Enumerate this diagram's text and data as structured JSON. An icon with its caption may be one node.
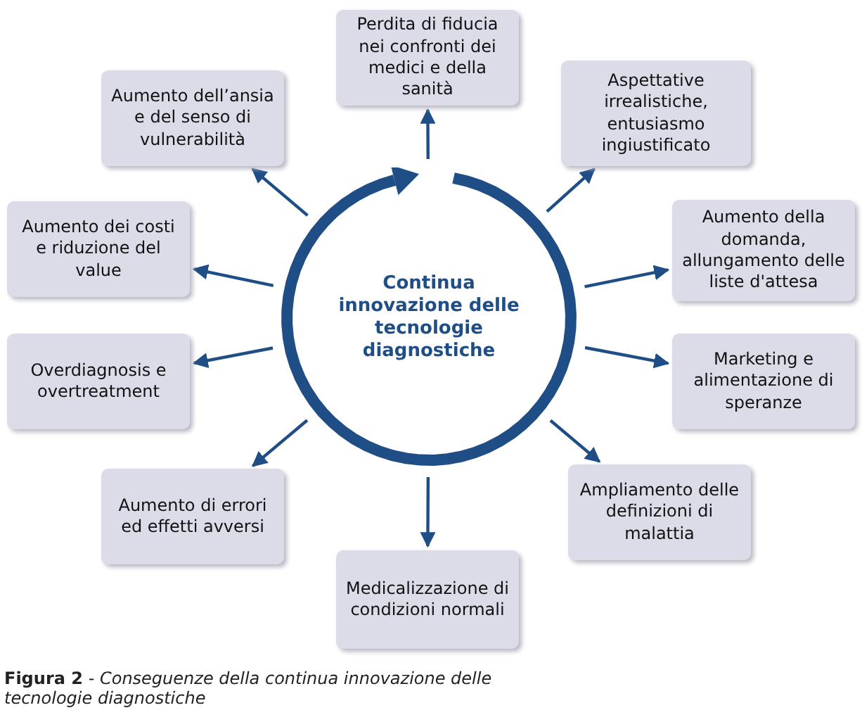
{
  "diagram": {
    "caption": "**Figura 2** - *Conseguenze della continua innovazione delle tecnologie diagnostiche*",
    "nodes": [
      {
        "text": [
          "Continua innovazione delle tecnologie diagnostiche"
        ]
      },
      {
        "text": [
          "Perdita di fiducia nei confronti dei medici e della sanità"
        ]
      },
      {
        "text": [
          "Aspettative irrealistiche, entusiasmo ingiustificato"
        ]
      },
      {
        "text": [
          "Aumento della domanda, allungamento delle liste d'attesa"
        ]
      },
      {
        "text": [
          "Marketing e alimentazione di speranze"
        ]
      },
      {
        "text": [
          "Ampliamento delle definizioni di malattia"
        ]
      },
      {
        "text": [
          "Medicalizzazione di condizioni normali"
        ]
      },
      {
        "text": [
          "Aumento di errori ed effetti avversi"
        ]
      },
      {
        "text": [
          "Overdiagnosis e overtreatment"
        ]
      },
      {
        "text": [
          "Aumento dei costi e riduzione del value"
        ]
      },
      {
        "text": [
          "Aumento dell’ansia e del senso di vulnerabilità"
        ]
      }
    ],
    "edges": [
      {
        "from": 0,
        "to": 1,
        "arrow": "to"
      },
      {
        "from": 0,
        "to": 2,
        "arrow": "to"
      },
      {
        "from": 0,
        "to": 3,
        "arrow": "to"
      },
      {
        "from": 0,
        "to": 4,
        "arrow": "to"
      },
      {
        "from": 0,
        "to": 5,
        "arrow": "to"
      },
      {
        "from": 0,
        "to": 6,
        "arrow": "to"
      },
      {
        "from": 0,
        "to": 7,
        "arrow": "to"
      },
      {
        "from": 0,
        "to": 8,
        "arrow": "to"
      },
      {
        "from": 0,
        "to": 9,
        "arrow": "to"
      },
      {
        "from": 0,
        "to": 10,
        "arrow": "to"
      }
    ]
  }
}
